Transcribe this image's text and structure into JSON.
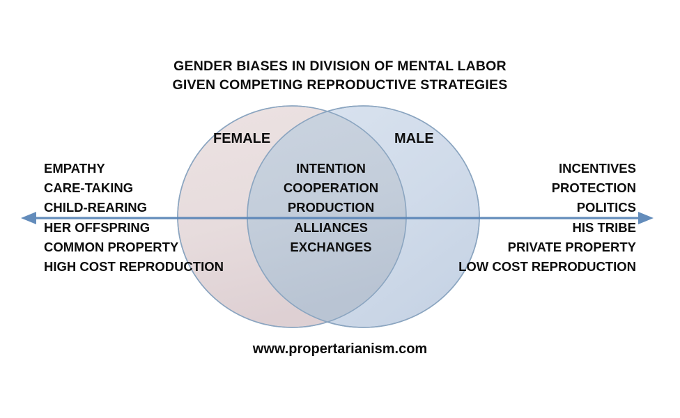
{
  "diagram": {
    "type": "venn",
    "background_color": "#ffffff",
    "title": {
      "line1": "GENDER BIASES IN DIVISION OF MENTAL LABOR",
      "line2": "GIVEN COMPETING REPRODUCTIVE STRATEGIES"
    },
    "sets": {
      "left": {
        "label": "FEMALE",
        "fill_color": "#e7dcdc",
        "stroke_color": "#8fa9c4",
        "items": [
          "EMPATHY",
          "CARE-TAKING",
          "CHILD-REARING",
          "HER OFFSPRING",
          "COMMON PROPERTY",
          "HIGH COST REPRODUCTION"
        ]
      },
      "right": {
        "label": "MALE",
        "fill_color": "#ccd8e8",
        "stroke_color": "#8fa9c4",
        "items": [
          "INCENTIVES",
          "PROTECTION",
          "POLITICS",
          "HIS TRIBE",
          "PRIVATE PROPERTY",
          "LOW COST REPRODUCTION"
        ]
      },
      "intersection": {
        "label": "",
        "fill_color": "#c3cdda",
        "items": [
          "INTENTION",
          "COOPERATION",
          "PRODUCTION",
          "ALLIANCES",
          "EXCHANGES"
        ]
      }
    },
    "axis_arrow": {
      "name": "double-headed-horizontal-arrow",
      "color": "#5b86b8",
      "direction": "both"
    },
    "footer": {
      "url": "www.propertarianism.com"
    }
  }
}
